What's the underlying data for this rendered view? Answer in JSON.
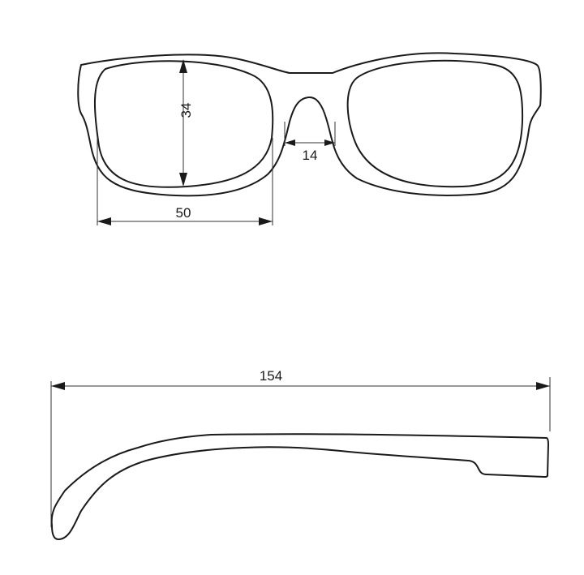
{
  "diagram": {
    "subject": "Eyeglasses dimension drawing",
    "views": [
      {
        "name": "front-view",
        "description": "Front view of glasses frame"
      },
      {
        "name": "side-view",
        "description": "Temple arm side view"
      }
    ],
    "dimensions": {
      "lens_height": "34",
      "lens_width": "50",
      "bridge_width": "14",
      "temple_length": "154"
    },
    "colors": {
      "line": "#1a1a1a",
      "background": "#ffffff"
    }
  }
}
